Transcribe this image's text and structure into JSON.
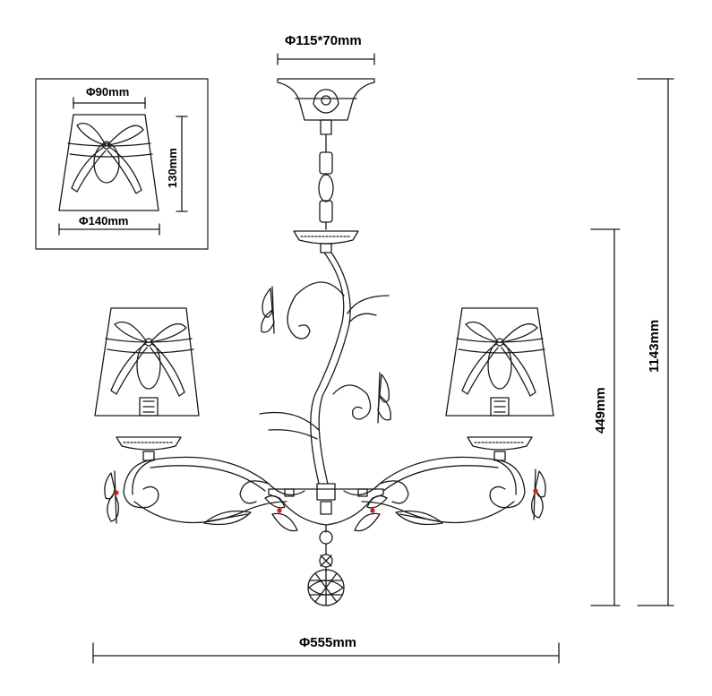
{
  "dimensions": {
    "canopy_size": "Φ115*70mm",
    "shade_top": "Φ90mm",
    "shade_height": "130mm",
    "shade_bottom": "Φ140mm",
    "body_height": "449mm",
    "total_height": "1143mm",
    "total_width": "Φ555mm"
  },
  "colors": {
    "line": "#1a1a1a",
    "accent": "#cc2222"
  }
}
